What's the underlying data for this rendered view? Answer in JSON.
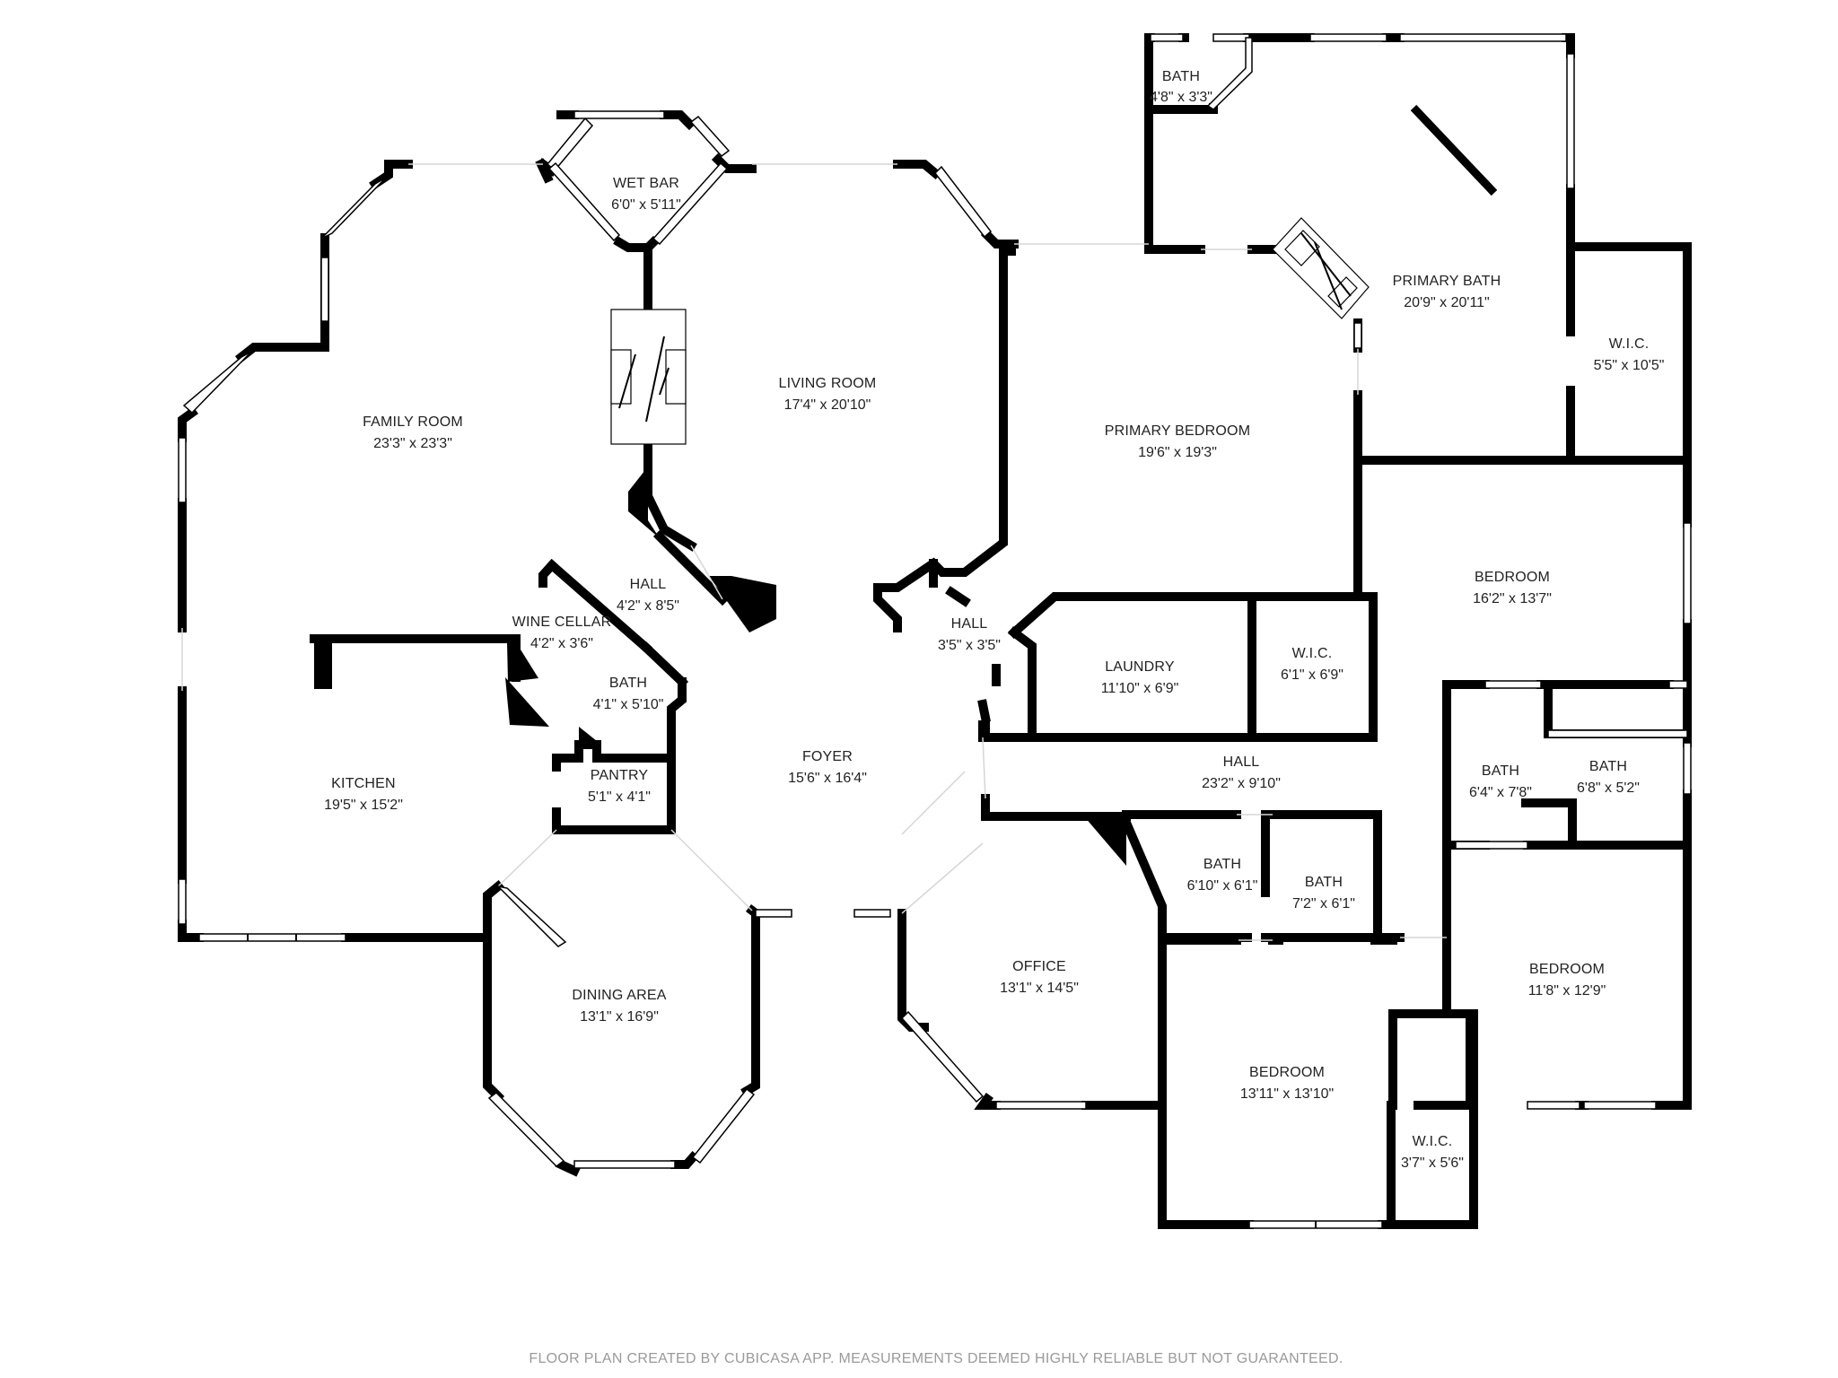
{
  "rooms": {
    "bath_top": {
      "name": "BATH",
      "dims": "4'8\" x 3'3\""
    },
    "primary_bath": {
      "name": "PRIMARY BATH",
      "dims": "20'9\" x 20'11\""
    },
    "wet_bar": {
      "name": "WET BAR",
      "dims": "6'0\" x 5'11\""
    },
    "wic_top": {
      "name": "W.I.C.",
      "dims": "5'5\" x 10'5\""
    },
    "living_room": {
      "name": "LIVING ROOM",
      "dims": "17'4\" x 20'10\""
    },
    "family_room": {
      "name": "FAMILY ROOM",
      "dims": "23'3\" x 23'3\""
    },
    "primary_bedroom": {
      "name": "PRIMARY BEDROOM",
      "dims": "19'6\" x 19'3\""
    },
    "bedroom_east": {
      "name": "BEDROOM",
      "dims": "16'2\" x 13'7\""
    },
    "hall_center": {
      "name": "HALL",
      "dims": "4'2\" x 8'5\""
    },
    "wine_cellar": {
      "name": "WINE CELLAR",
      "dims": "4'2\" x 3'6\""
    },
    "hall_small": {
      "name": "HALL",
      "dims": "3'5\" x 3'5\""
    },
    "laundry": {
      "name": "LAUNDRY",
      "dims": "11'10\" x 6'9\""
    },
    "wic_mid": {
      "name": "W.I.C.",
      "dims": "6'1\" x 6'9\""
    },
    "bath_center": {
      "name": "BATH",
      "dims": "4'1\" x 5'10\""
    },
    "pantry": {
      "name": "PANTRY",
      "dims": "5'1\" x 4'1\""
    },
    "foyer": {
      "name": "FOYER",
      "dims": "15'6\" x 16'4\""
    },
    "hall_long": {
      "name": "HALL",
      "dims": "23'2\" x 9'10\""
    },
    "bath_east1": {
      "name": "BATH",
      "dims": "6'4\" x 7'8\""
    },
    "bath_east2": {
      "name": "BATH",
      "dims": "6'8\" x 5'2\""
    },
    "kitchen": {
      "name": "KITCHEN",
      "dims": "19'5\" x 15'2\""
    },
    "bath_south1": {
      "name": "BATH",
      "dims": "6'10\" x 6'1\""
    },
    "bath_south2": {
      "name": "BATH",
      "dims": "7'2\" x 6'1\""
    },
    "office": {
      "name": "OFFICE",
      "dims": "13'1\" x 14'5\""
    },
    "bedroom_se": {
      "name": "BEDROOM",
      "dims": "11'8\" x 12'9\""
    },
    "dining_area": {
      "name": "DINING AREA",
      "dims": "13'1\" x 16'9\""
    },
    "bedroom_south": {
      "name": "BEDROOM",
      "dims": "13'11\" x 13'10\""
    },
    "wic_south": {
      "name": "W.I.C.",
      "dims": "3'7\" x 5'6\""
    }
  },
  "footer": "FLOOR PLAN CREATED BY CUBICASA APP. MEASUREMENTS DEEMED HIGHLY RELIABLE BUT NOT GUARANTEED."
}
